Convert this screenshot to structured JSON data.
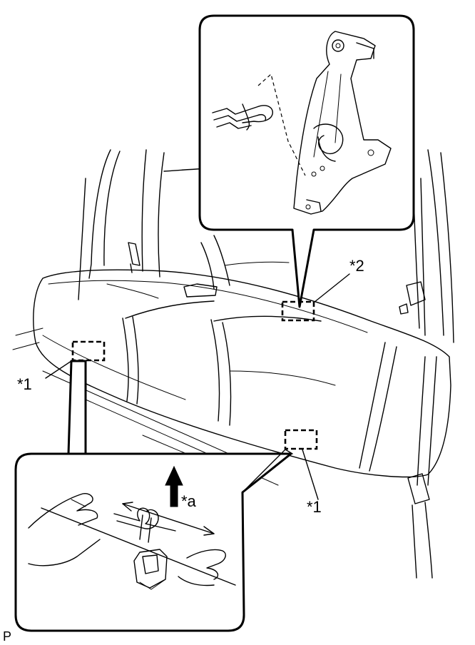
{
  "labels": {
    "callout_1_left": "*1",
    "callout_1_right": "*1",
    "callout_2": "*2",
    "callout_a": "*a",
    "corner_mark": "P"
  }
}
